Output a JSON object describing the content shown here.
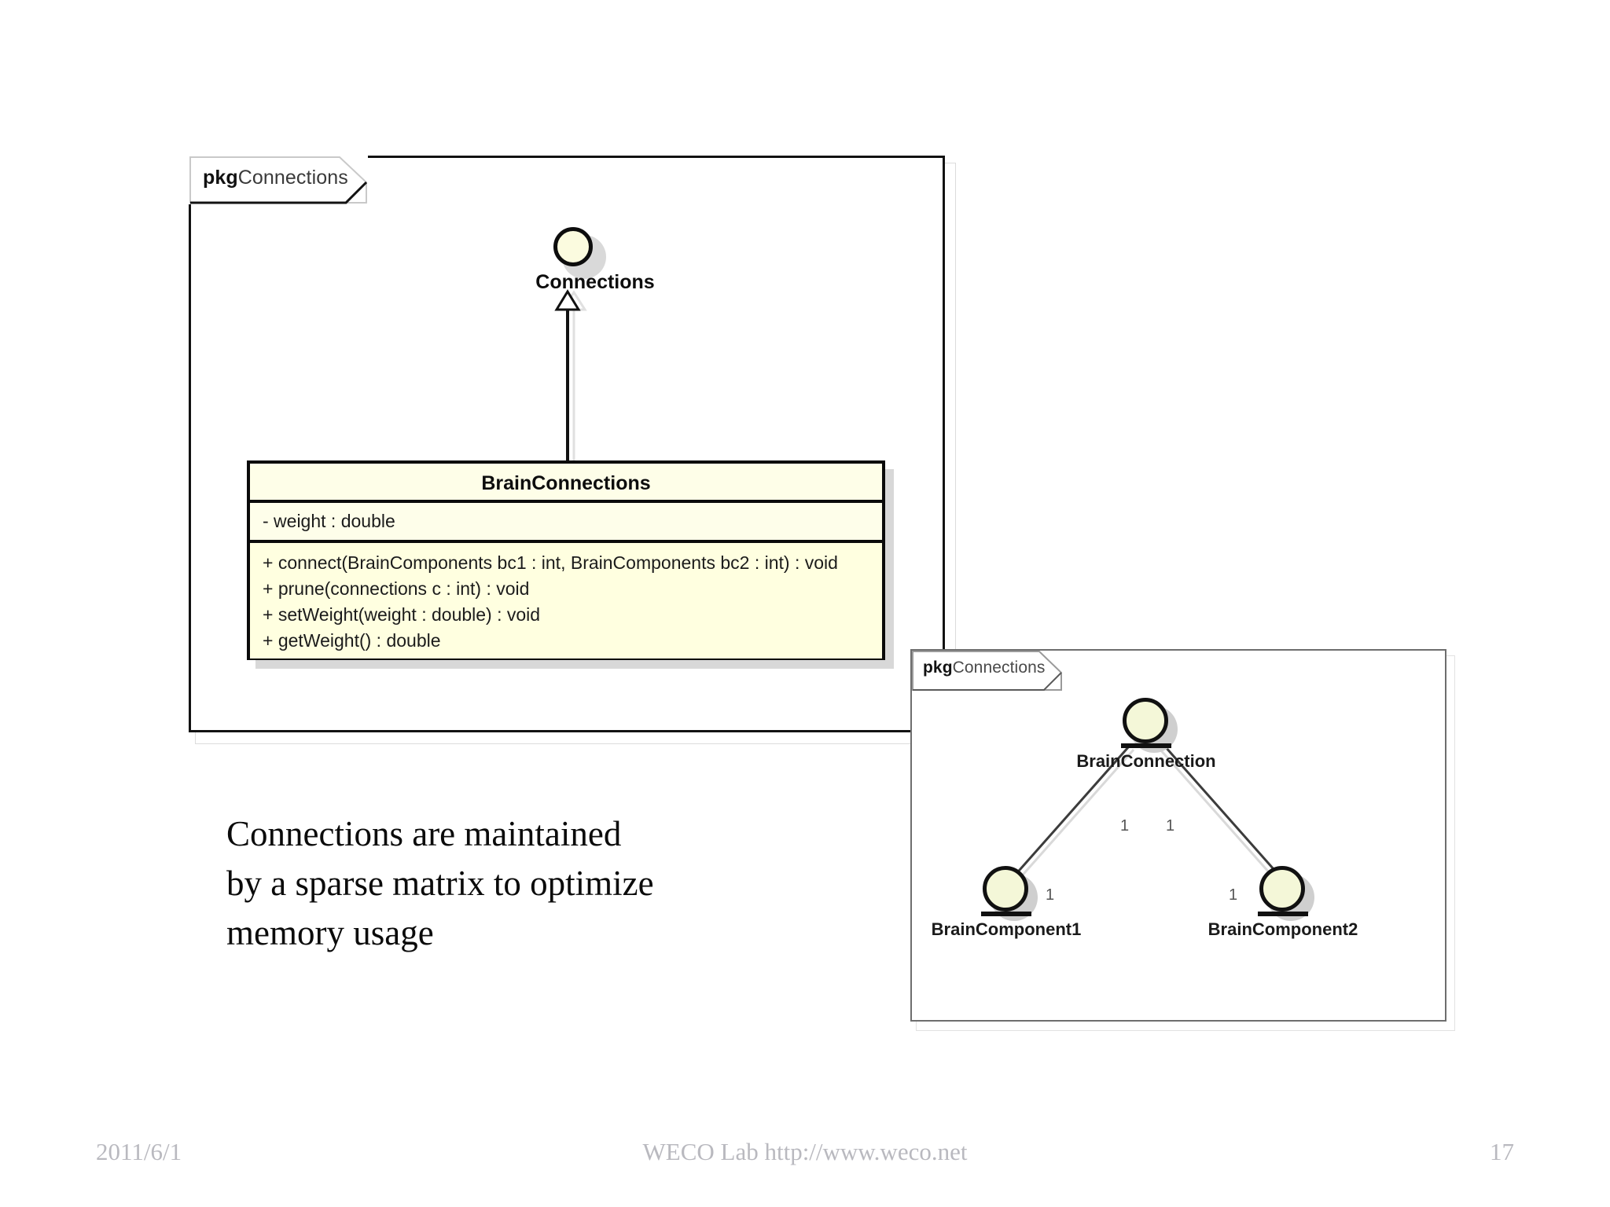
{
  "slide": {
    "background_color": "#ffffff"
  },
  "package_main": {
    "tab_keyword": "pkg",
    "tab_name": "Connections",
    "border_color": "#121212"
  },
  "interface": {
    "name": "Connections",
    "fill_color": "#fbfbdf",
    "border_color": "#0d0d0d",
    "shadow_color": "#d9d9d9"
  },
  "relation": {
    "type": "generalization",
    "arrowhead": "hollow-triangle",
    "from": "BrainConnections",
    "to": "Connections"
  },
  "class_box": {
    "name": "BrainConnections",
    "fill_color": "#ffffe0",
    "border_color": "#0a0a0a",
    "shadow_color": "#d8d8d8",
    "attributes": [
      "- weight : double"
    ],
    "operations": [
      "+ connect(BrainComponents bc1 : int, BrainComponents bc2 : int) : void",
      "+ prune(connections c : int) : void",
      "+ setWeight(weight : double) : void",
      "+ getWeight() : double"
    ]
  },
  "package_objects": {
    "tab_keyword": "pkg",
    "tab_name": "Connections",
    "border_color": "#6e6e6e",
    "nodes": [
      {
        "name": "BrainConnection",
        "fill_color": "#f4f7d8"
      },
      {
        "name": "BrainComponent1",
        "fill_color": "#f4f7d8"
      },
      {
        "name": "BrainComponent2",
        "fill_color": "#f4f7d8"
      }
    ],
    "multiplicities": [
      "1",
      "1",
      "1",
      "1"
    ]
  },
  "body_text": {
    "lines": [
      "Connections are maintained",
      "by a sparse matrix to optimize",
      "memory usage"
    ]
  },
  "footer": {
    "date": "2011/6/1",
    "center": "WECO Lab http://www.weco.net",
    "page_number": "17",
    "color": "#b9b9bf"
  }
}
